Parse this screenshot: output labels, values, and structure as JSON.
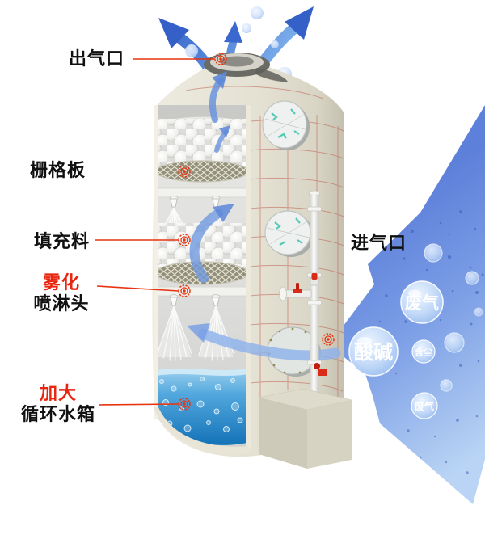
{
  "callouts": {
    "outlet": "出气口",
    "grid_plate": "栅格板",
    "packing": "填充料",
    "atomizer_line1": "雾化",
    "atomizer_line2": "喷淋头",
    "tank_line1": "加大",
    "tank_line2": "循环水箱",
    "inlet": "进气口"
  },
  "bubble_labels": {
    "waste_gas": "废气",
    "acid_alkali": "酸碱",
    "dust": "含尘",
    "waste_gas_2": "废气"
  },
  "colors": {
    "annotation_red": "#e8330f",
    "label_red": "#e8250f",
    "label_black": "#111111",
    "arrow_blue_dark": "#3a66cc",
    "arrow_blue_light": "#b9d4f4",
    "water_blue": "#2a8cd0",
    "tower_body_beige": "#e6e3d6",
    "flange_teal": "#45c5b0"
  }
}
